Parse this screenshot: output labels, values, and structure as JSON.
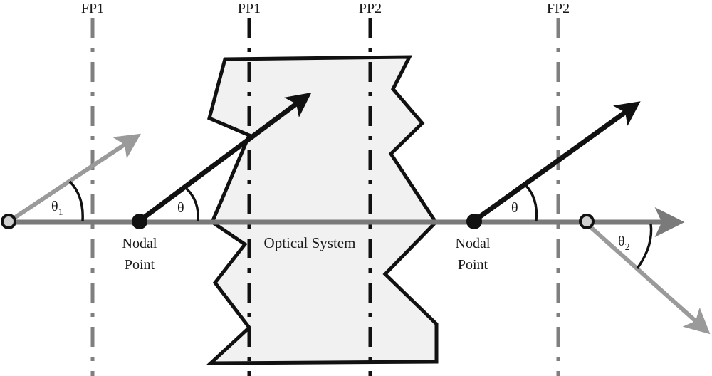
{
  "diagram": {
    "title": "Nodal points of an optical system",
    "plane_labels": {
      "fp1": "FP1",
      "pp1": "PP1",
      "pp2": "PP2",
      "fp2": "FP2"
    },
    "system_label": "Optical System",
    "nodal_point_left": {
      "line1": "Nodal",
      "line2": "Point"
    },
    "nodal_point_right": {
      "line1": "Nodal",
      "line2": "Point"
    },
    "angles": {
      "theta1": {
        "symbol": "θ",
        "subscript": "1"
      },
      "theta_left": {
        "symbol": "θ"
      },
      "theta_right": {
        "symbol": "θ"
      },
      "theta2": {
        "symbol": "θ",
        "subscript": "2"
      }
    },
    "colors": {
      "axis": "#7a7a7a",
      "gray_ray": "#9a9a9a",
      "black_ray": "#111111",
      "focal_plane": "#7f7f7f",
      "principal_plane": "#111111",
      "system_fill": "#f1f1f1",
      "system_stroke": "#111111",
      "object_point_fill": "#cfcfcf"
    }
  }
}
